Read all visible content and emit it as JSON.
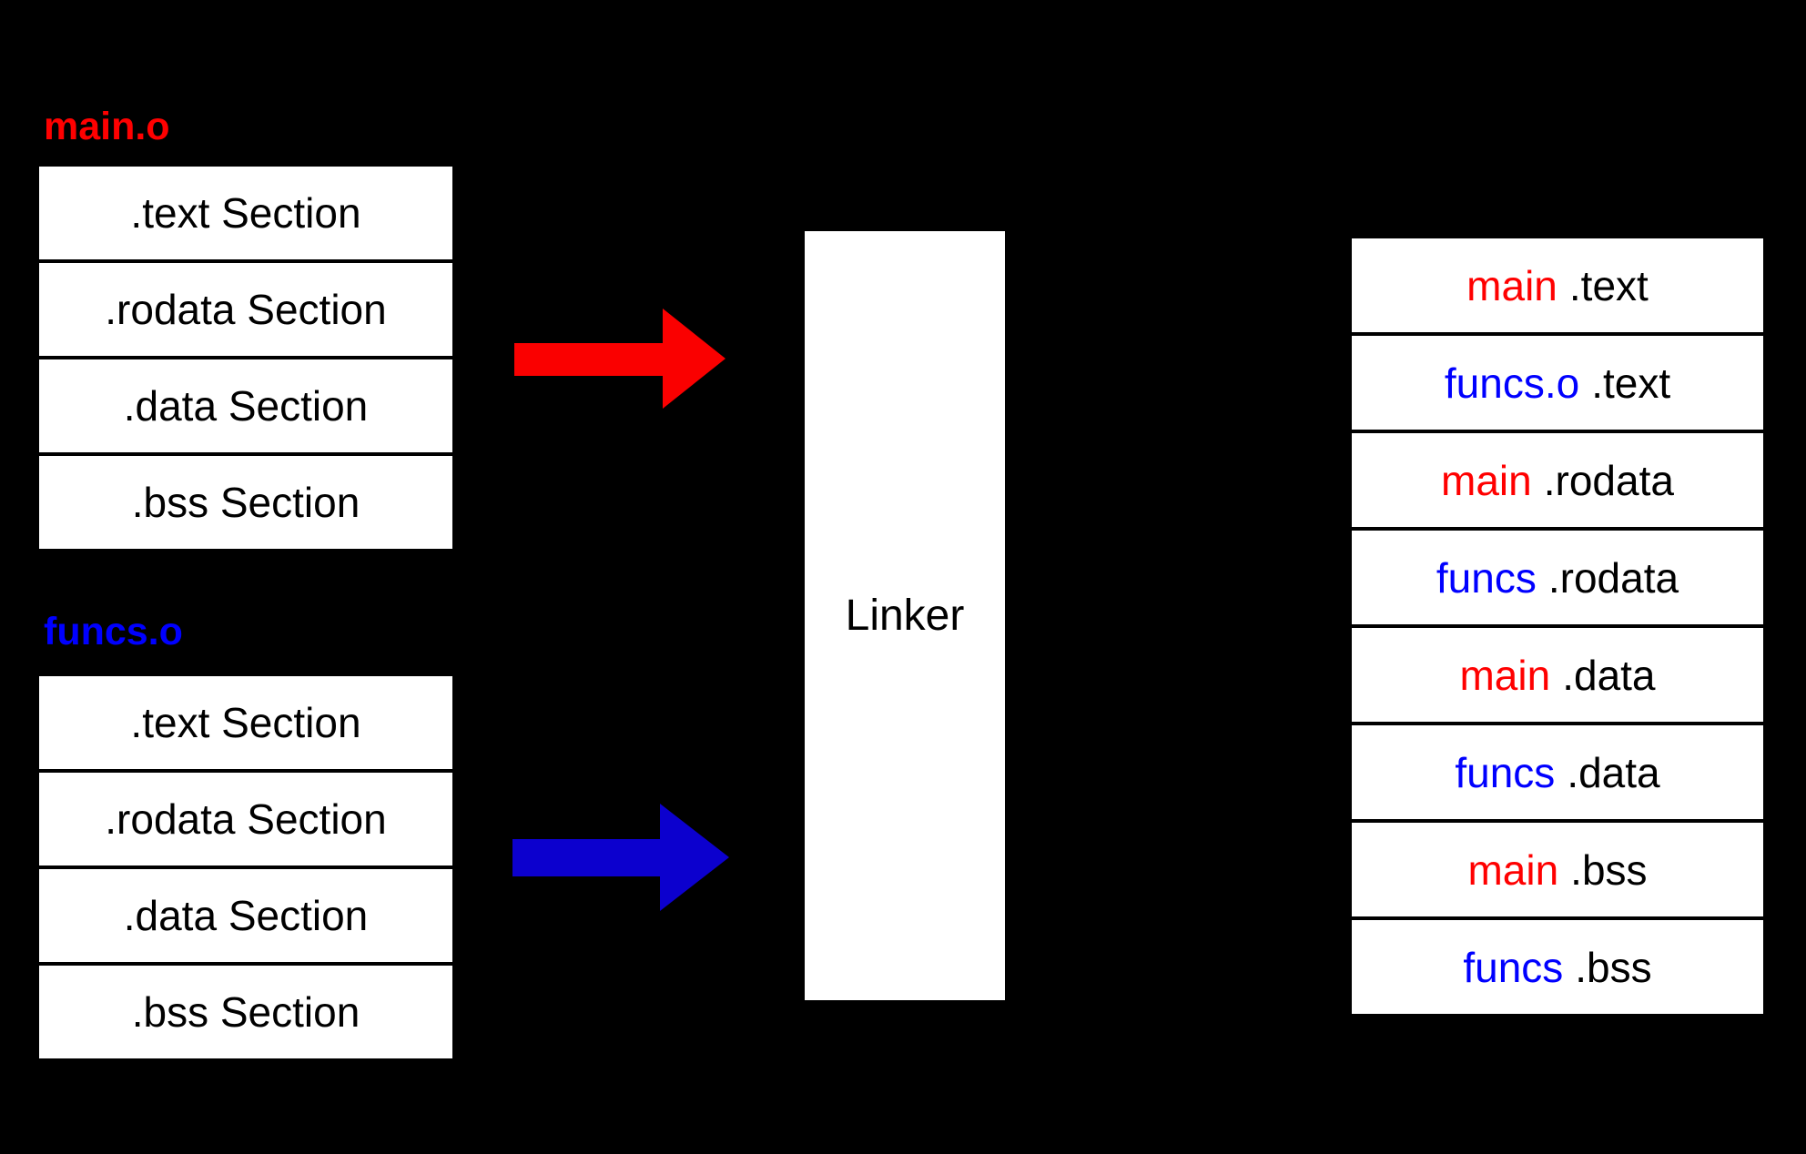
{
  "colors": {
    "background": "#000000",
    "box_background": "#FFFFFF",
    "box_text": "#000000",
    "red_text": "#FF0000",
    "blue_text": "#0000FF",
    "red_arrow": "#FA0000",
    "blue_arrow": "#0C00CE"
  },
  "object_files": [
    {
      "label": "main.o",
      "color": "#FF0000",
      "sections": [
        ".text Section",
        ".rodata Section",
        ".data Section",
        ".bss Section"
      ]
    },
    {
      "label": "funcs.o",
      "color": "#0000FF",
      "sections": [
        ".text Section",
        ".rodata Section",
        ".data Section",
        ".bss Section"
      ]
    }
  ],
  "arrows": [
    {
      "name": "main-to-linker",
      "color": "#FA0000"
    },
    {
      "name": "funcs-to-linker",
      "color": "#0C00CE"
    }
  ],
  "linker": {
    "label": "Linker"
  },
  "output_file": {
    "rows": [
      {
        "prefix": "main",
        "color_key": "red_text",
        "section": ".text"
      },
      {
        "prefix": "funcs.o",
        "color_key": "blue_text",
        "section": ".text"
      },
      {
        "prefix": "main",
        "color_key": "red_text",
        "section": ".rodata"
      },
      {
        "prefix": "funcs",
        "color_key": "blue_text",
        "section": ".rodata"
      },
      {
        "prefix": "main",
        "color_key": "red_text",
        "section": ".data"
      },
      {
        "prefix": "funcs",
        "color_key": "blue_text",
        "section": ".data"
      },
      {
        "prefix": "main",
        "color_key": "red_text",
        "section": ".bss"
      },
      {
        "prefix": "funcs",
        "color_key": "blue_text",
        "section": ".bss"
      }
    ]
  }
}
